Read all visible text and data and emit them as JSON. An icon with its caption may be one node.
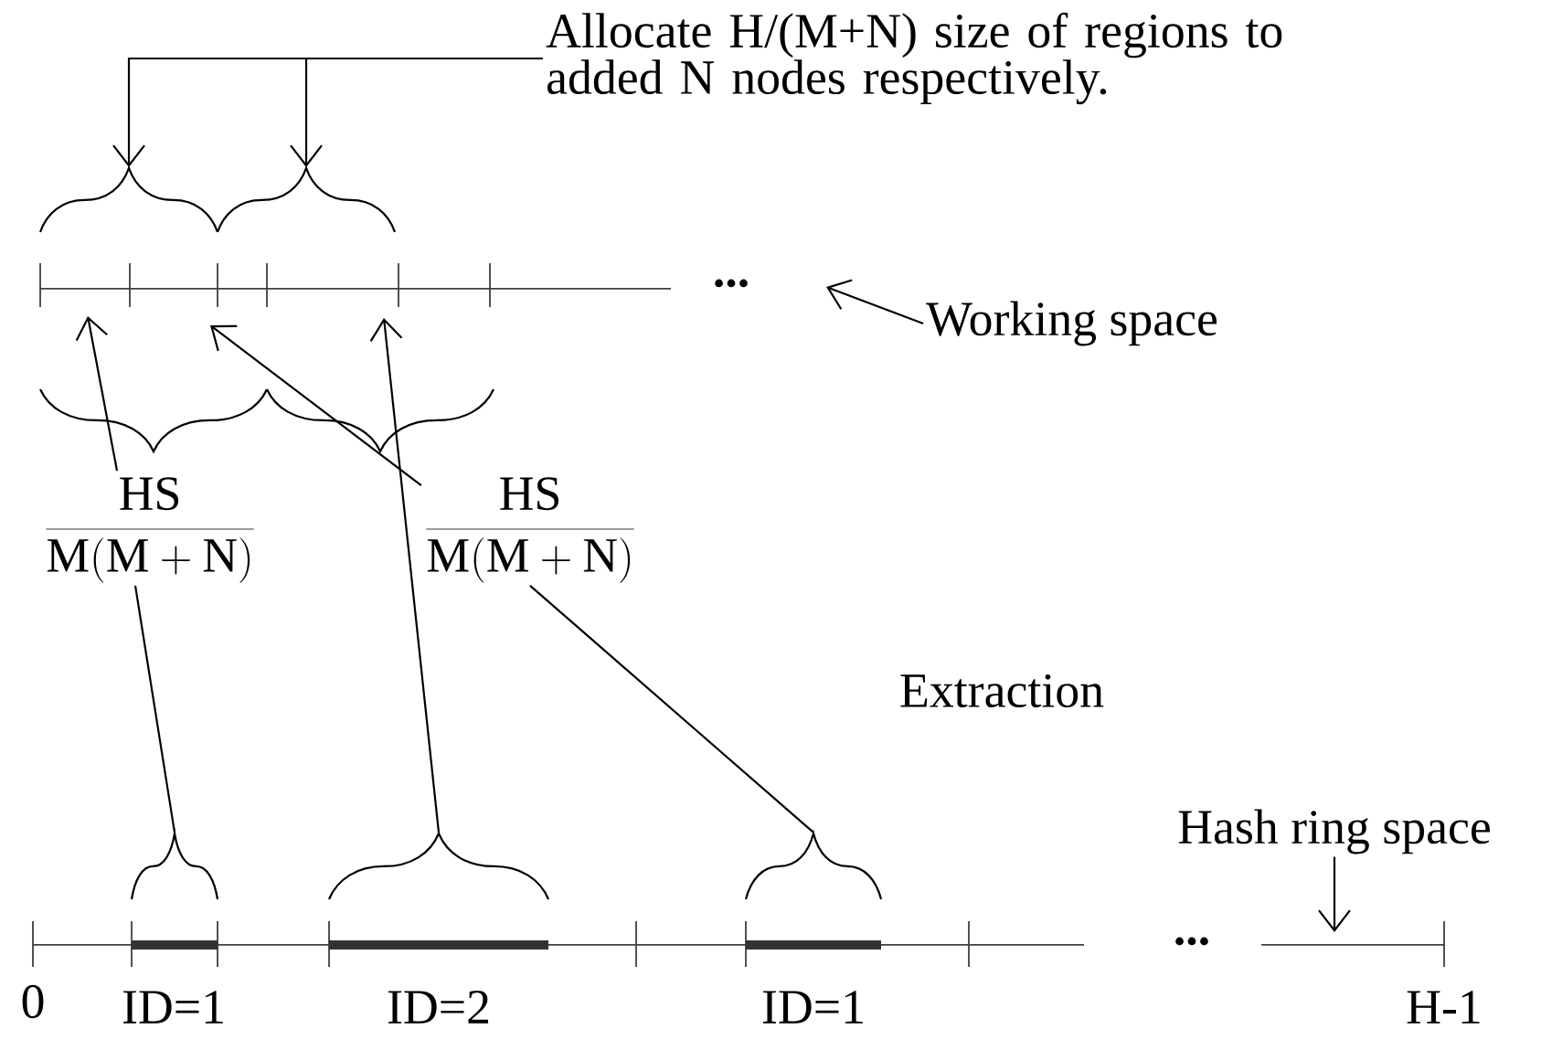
{
  "diagram": {
    "nodes": [
      {
        "text": [
          "Allocate H/(M+N) size of regions to added N nodes respectively."
        ]
      },
      {
        "text": [],
        "shape": "brace"
      },
      {
        "text": [],
        "shape": "brace"
      },
      {
        "text": [
          "Working space"
        ]
      },
      {
        "text": [],
        "shape": "brace"
      },
      {
        "text": [],
        "shape": "brace"
      },
      {
        "text": [
          "\\frac{\\mathrm{HS}}{\\mathrm{M(M+N)}}"
        ]
      },
      {
        "text": [
          "\\frac{\\mathrm{HS}}{\\mathrm{M(M+N)}}"
        ]
      },
      {
        "text": [],
        "shape": "brace"
      },
      {
        "text": [],
        "shape": "brace"
      },
      {
        "text": [],
        "shape": "brace"
      },
      {
        "text": [
          "Hash ring space"
        ]
      }
    ],
    "edges": [
      {
        "from": 0,
        "to": 1,
        "arrow": "to"
      },
      {
        "from": 0,
        "to": 2,
        "arrow": "to"
      },
      {
        "from": 3,
        "to": null,
        "arrow": "to"
      },
      {
        "from": 6,
        "to": null,
        "arrow": "to"
      },
      {
        "from": 7,
        "to": null,
        "arrow": "to"
      },
      {
        "from": 8,
        "to": 6,
        "arrow": "none"
      },
      {
        "from": 9,
        "to": null,
        "arrow": "to"
      },
      {
        "from": 10,
        "to": 7,
        "arrow": "none",
        "label": "Extraction"
      },
      {
        "from": 11,
        "to": null,
        "arrow": "to"
      }
    ],
    "labels": [
      "...",
      "...",
      "0",
      "ID=1",
      "ID=2",
      "ID=1",
      "H-1"
    ]
  }
}
